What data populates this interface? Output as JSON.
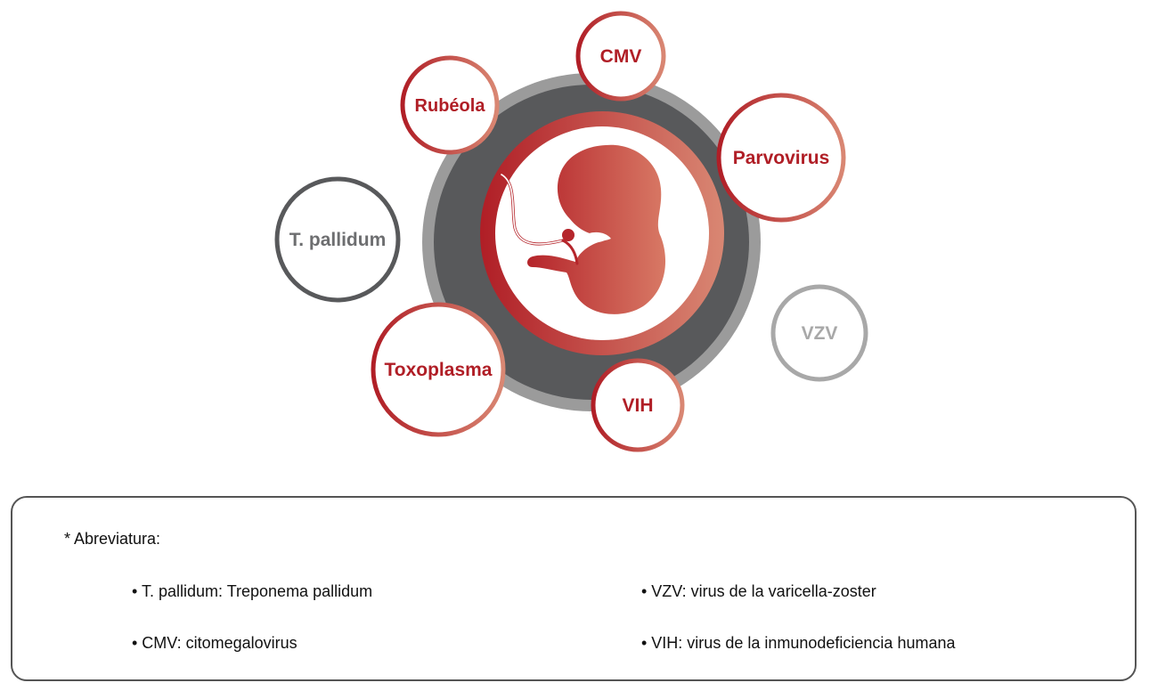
{
  "colors": {
    "red_dark": "#b01e26",
    "red_light": "#d98773",
    "gray_dark": "#58595b",
    "gray_mid": "#9b9b9b",
    "gray_light": "#a8a8a8"
  },
  "center": {
    "icon": "fetus-icon"
  },
  "nodes": [
    {
      "id": "cmv",
      "label": "CMV",
      "style": "red"
    },
    {
      "id": "rubeola",
      "label": "Rubéola",
      "style": "red"
    },
    {
      "id": "parvovirus",
      "label": "Parvovirus",
      "style": "red"
    },
    {
      "id": "tpallidum",
      "label": "T. pallidum",
      "style": "gray-dark"
    },
    {
      "id": "toxoplasma",
      "label": "Toxoplasma",
      "style": "red"
    },
    {
      "id": "vih",
      "label": "VIH",
      "style": "red"
    },
    {
      "id": "vzv",
      "label": "VZV",
      "style": "gray-light"
    }
  ],
  "legend": {
    "heading": "* Abreviatura:",
    "items": [
      "• T. pallidum: Treponema pallidum",
      "• CMV: citomegalovirus",
      "• VZV: virus de la varicella-zoster",
      "• VIH: virus de la inmunodeficiencia humana"
    ]
  }
}
